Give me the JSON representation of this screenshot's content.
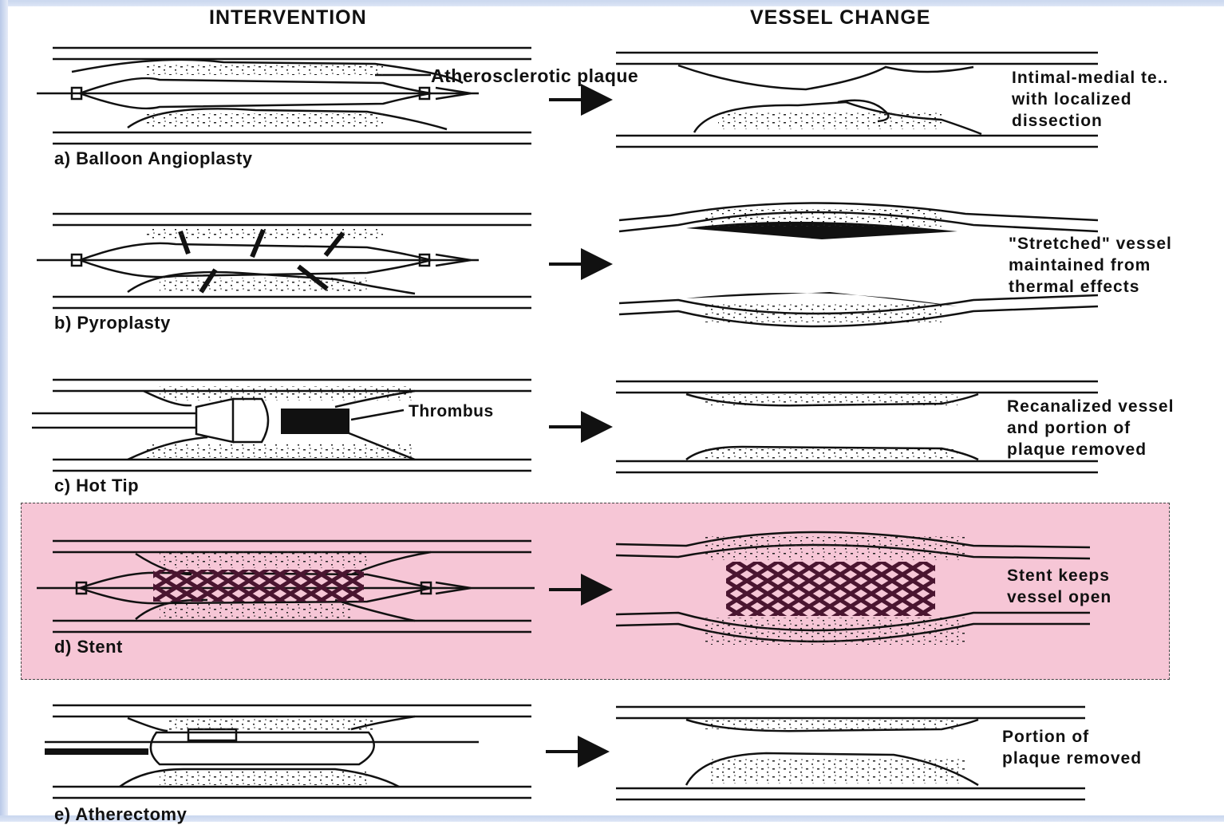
{
  "headers": {
    "intervention": "INTERVENTION",
    "vessel_change": "VESSEL CHANGE"
  },
  "annotations": {
    "plaque": "Atherosclerotic plaque",
    "thrombus": "Thrombus"
  },
  "rows": [
    {
      "label": "a) Balloon Angioplasty",
      "desc": [
        "Intimal-medial te..",
        "with localized",
        "dissection"
      ]
    },
    {
      "label": "b) Pyroplasty",
      "desc": [
        "\"Stretched\" vessel",
        "maintained from",
        "thermal effects"
      ]
    },
    {
      "label": "c) Hot Tip",
      "desc": [
        "Recanalized vessel",
        "and portion of",
        "plaque removed"
      ]
    },
    {
      "label": "d) Stent",
      "desc": [
        "Stent keeps",
        "vessel open"
      ]
    },
    {
      "label": "e) Atherectomy",
      "desc": [
        "Portion of",
        "plaque removed"
      ]
    }
  ],
  "colors": {
    "highlight": "#f6c6d6",
    "ink": "#111111",
    "stent": "#4a1530"
  }
}
